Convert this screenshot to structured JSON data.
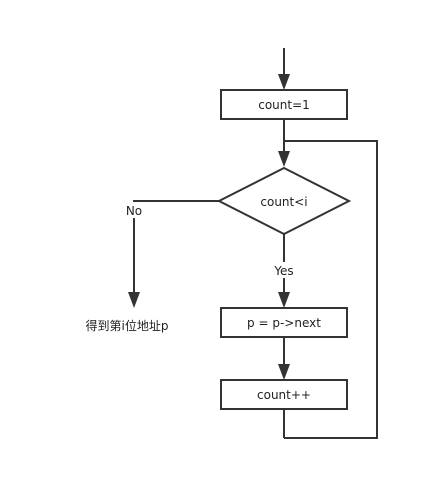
{
  "flowchart": {
    "nodes": {
      "init": "count=1",
      "condition": "count<i",
      "advance": "p = p->next",
      "increment": "count++"
    },
    "edges": {
      "no_label": "No",
      "yes_label": "Yes"
    },
    "outcome": "得到第i位地址p"
  }
}
